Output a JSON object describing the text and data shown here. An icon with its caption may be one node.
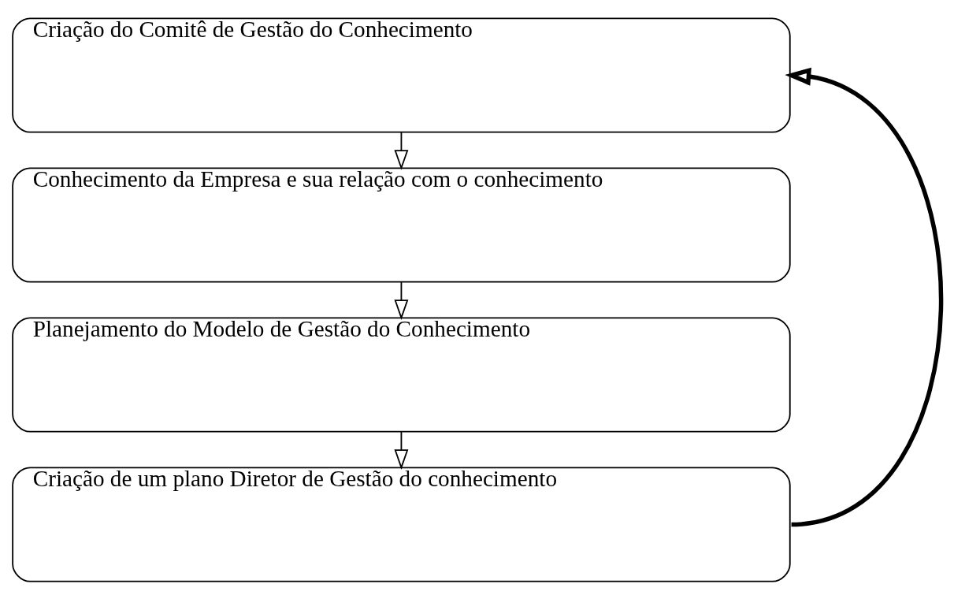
{
  "diagram": {
    "nodes": [
      {
        "text": [
          "Criação do Comitê de Gestão do Conhecimento"
        ]
      },
      {
        "text": [
          "Conhecimento da Empresa e sua relação com o conhecimento"
        ]
      },
      {
        "text": [
          "Planejamento do Modelo de Gestão do Conhecimento"
        ]
      },
      {
        "text": [
          "Criação de um plano Diretor de Gestão do conhecimento"
        ]
      }
    ],
    "edges": [
      {
        "from": 0,
        "to": 1,
        "arrow": "to"
      },
      {
        "from": 1,
        "to": 2,
        "arrow": "to"
      },
      {
        "from": 2,
        "to": 3,
        "arrow": "to"
      },
      {
        "from": 3,
        "to": 0,
        "arrow": "to",
        "style": "thick"
      }
    ]
  }
}
